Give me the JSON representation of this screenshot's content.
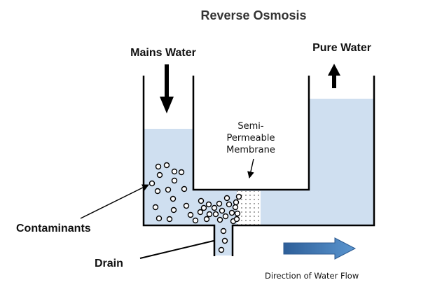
{
  "diagram": {
    "title": "Reverse Osmosis",
    "labels": {
      "inlet": "Mains Water",
      "outlet": "Pure Water",
      "membrane_line1": "Semi-",
      "membrane_line2": "Permeable",
      "membrane_line3": "Membrane",
      "contaminants": "Contaminants",
      "drain": "Drain",
      "flow": "Direction of Water Flow"
    },
    "colors": {
      "water": "#cfdff0",
      "wall": "#000000",
      "flow_arrow": "#3f7ab8",
      "title": "#333333"
    },
    "icons": {
      "inlet_arrow": "arrow-down-icon",
      "outlet_arrow": "arrow-up-icon",
      "flow_arrow": "arrow-right-icon"
    }
  }
}
